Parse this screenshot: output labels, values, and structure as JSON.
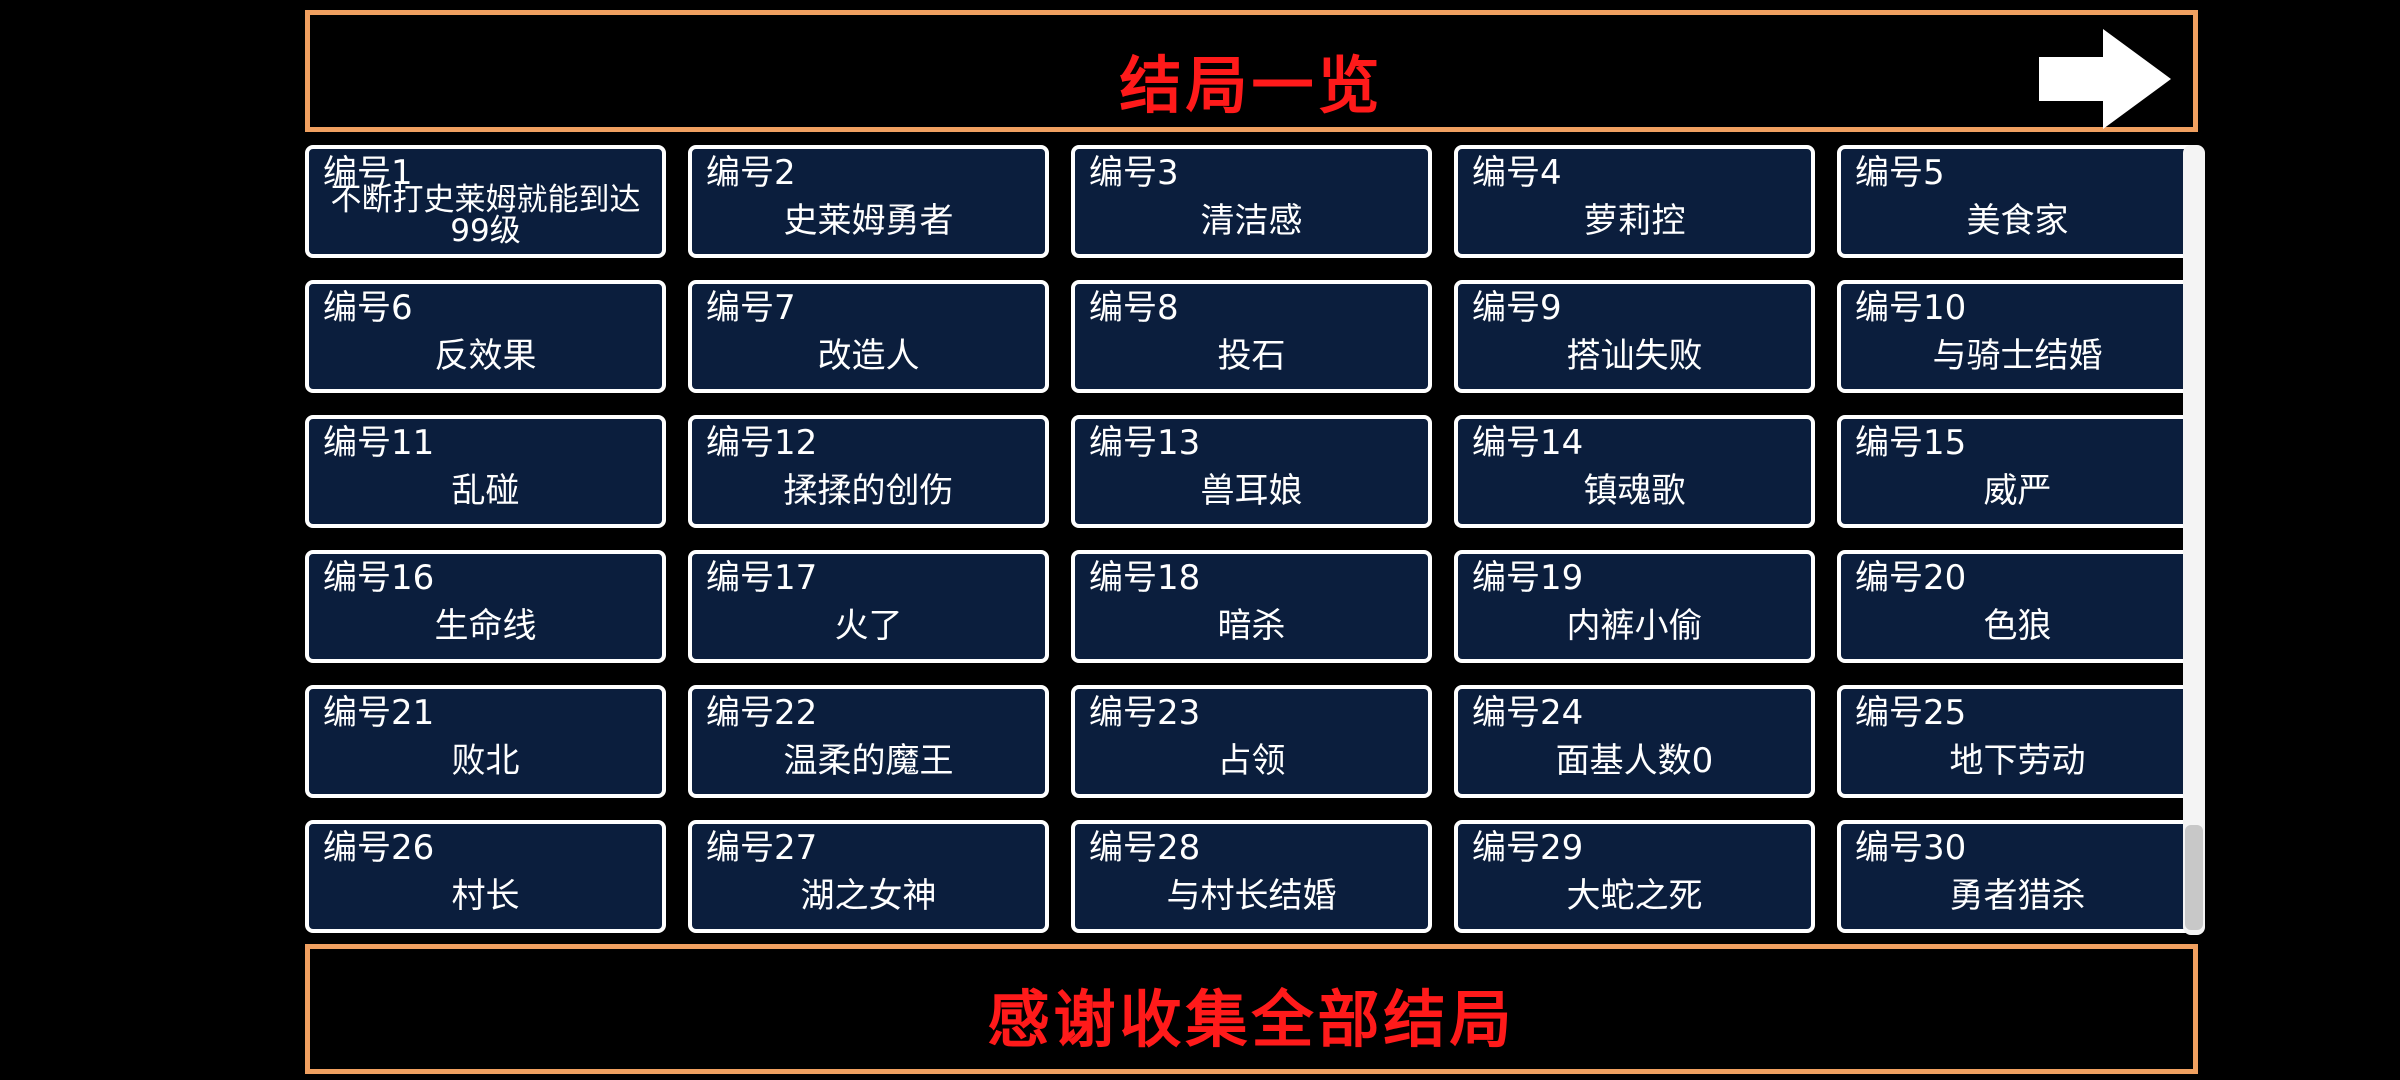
{
  "header": {
    "title": "结局一览",
    "next_icon": "right-arrow-icon"
  },
  "endings": [
    {
      "number": "编号1",
      "name": "不断打史莱姆就能到达99级"
    },
    {
      "number": "编号2",
      "name": "史莱姆勇者"
    },
    {
      "number": "编号3",
      "name": "清洁感"
    },
    {
      "number": "编号4",
      "name": "萝莉控"
    },
    {
      "number": "编号5",
      "name": "美食家"
    },
    {
      "number": "编号6",
      "name": "反效果"
    },
    {
      "number": "编号7",
      "name": "改造人"
    },
    {
      "number": "编号8",
      "name": "投石"
    },
    {
      "number": "编号9",
      "name": "搭讪失败"
    },
    {
      "number": "编号10",
      "name": "与骑士结婚"
    },
    {
      "number": "编号11",
      "name": "乱碰"
    },
    {
      "number": "编号12",
      "name": "揉揉的创伤"
    },
    {
      "number": "编号13",
      "name": "兽耳娘"
    },
    {
      "number": "编号14",
      "name": "镇魂歌"
    },
    {
      "number": "编号15",
      "name": "威严"
    },
    {
      "number": "编号16",
      "name": "生命线"
    },
    {
      "number": "编号17",
      "name": "火了"
    },
    {
      "number": "编号18",
      "name": "暗杀"
    },
    {
      "number": "编号19",
      "name": "内裤小偷"
    },
    {
      "number": "编号20",
      "name": "色狼"
    },
    {
      "number": "编号21",
      "name": "败北"
    },
    {
      "number": "编号22",
      "name": "温柔的魔王"
    },
    {
      "number": "编号23",
      "name": "占领"
    },
    {
      "number": "编号24",
      "name": "面基人数0"
    },
    {
      "number": "编号25",
      "name": "地下劳动"
    },
    {
      "number": "编号26",
      "name": "村长"
    },
    {
      "number": "编号27",
      "name": "湖之女神"
    },
    {
      "number": "编号28",
      "name": "与村长结婚"
    },
    {
      "number": "编号29",
      "name": "大蛇之死"
    },
    {
      "number": "编号30",
      "name": "勇者猎杀"
    }
  ],
  "footer": {
    "message": "感谢收集全部结局"
  },
  "colors": {
    "background": "#000000",
    "panel_border": "#f0a060",
    "title_red": "#ff1a1a",
    "card_fill": "#0b1e3d",
    "card_border": "#ffffff"
  }
}
